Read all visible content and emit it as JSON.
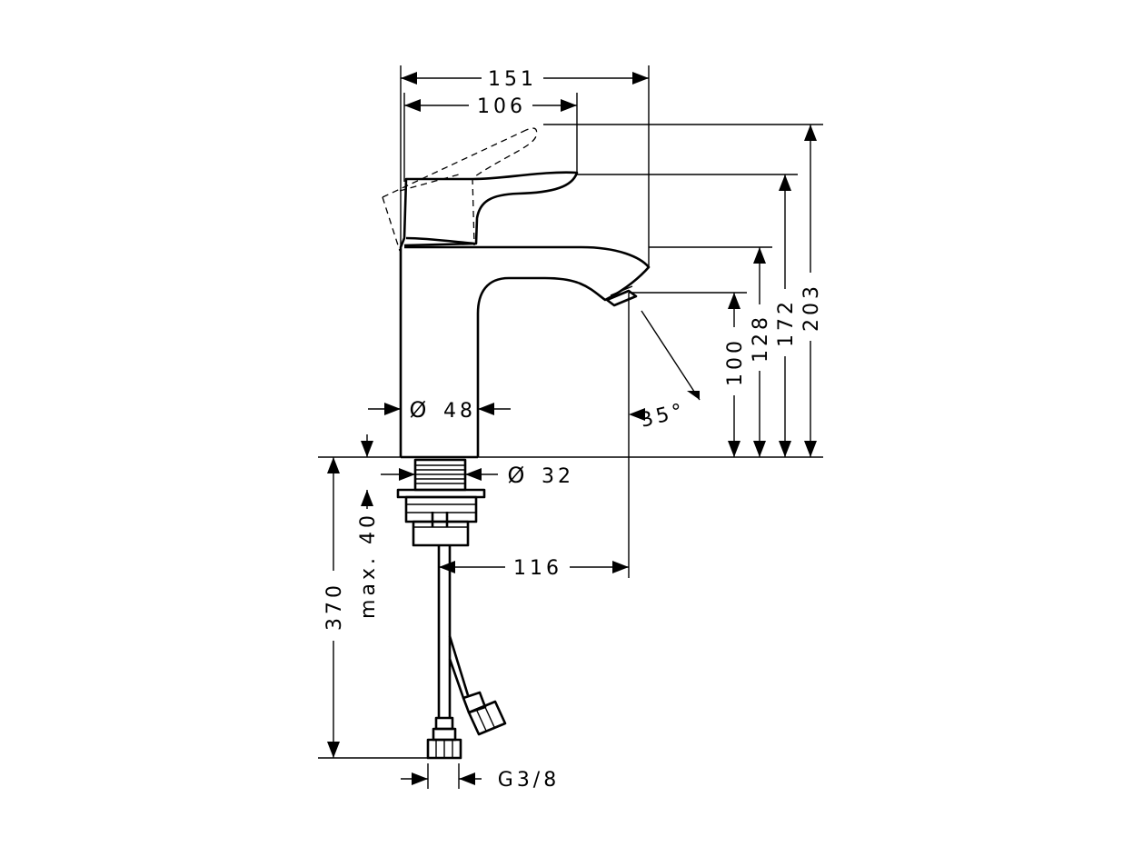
{
  "dimensions": {
    "width_overall": "151",
    "width_lever": "106",
    "height_total": "203",
    "height_lever": "172",
    "height_spout_top": "128",
    "height_outlet": "100",
    "projection": "116",
    "body_diameter": "48",
    "shank_diameter": "32",
    "mount_max": "max. 40",
    "hose_length": "370",
    "thread": "G3/8",
    "angle": "35°"
  },
  "symbols": {
    "diameter": "Ø"
  }
}
